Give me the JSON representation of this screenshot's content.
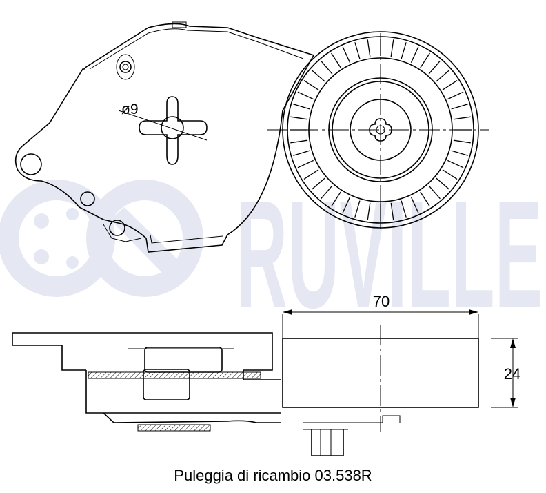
{
  "watermark": {
    "text": "RUVILLE",
    "color": "#e5e8f3"
  },
  "drawing": {
    "diameter_label": "ø9",
    "width_dimension": "70",
    "height_dimension": "24",
    "line_color": "#000000"
  },
  "caption": "Puleggia di ricambio 03.538R"
}
